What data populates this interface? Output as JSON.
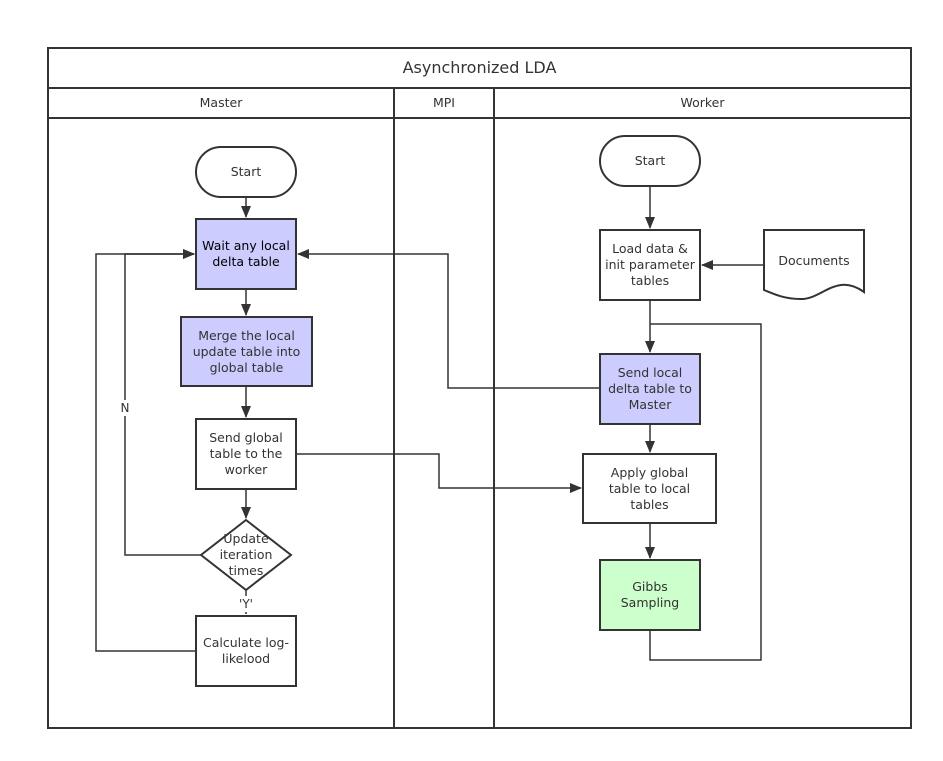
{
  "diagram": {
    "title": "Asynchronized LDA",
    "lanes": {
      "master": "Master",
      "mpi": "MPI",
      "worker": "Worker"
    },
    "nodes": {
      "master_start": "Start",
      "wait": "Wait any local delta table",
      "merge": "Merge the local update table into global table",
      "send_global": "Send global table to the worker",
      "update_iter": "Update iteration times",
      "calc": "Calculate log-likelood",
      "worker_start": "Start",
      "load": "Load data & init parameter tables",
      "documents": "Documents",
      "send_local": "Send local delta table to Master",
      "apply": "Apply global table to local tables",
      "gibbs": "Gibbs Sampling"
    },
    "edge_labels": {
      "no": "N",
      "yes": "'Y'"
    },
    "colors": {
      "stroke": "#333333",
      "highlight_blue": "#ccccff",
      "highlight_green": "#ccffcc",
      "background": "#ffffff"
    }
  }
}
